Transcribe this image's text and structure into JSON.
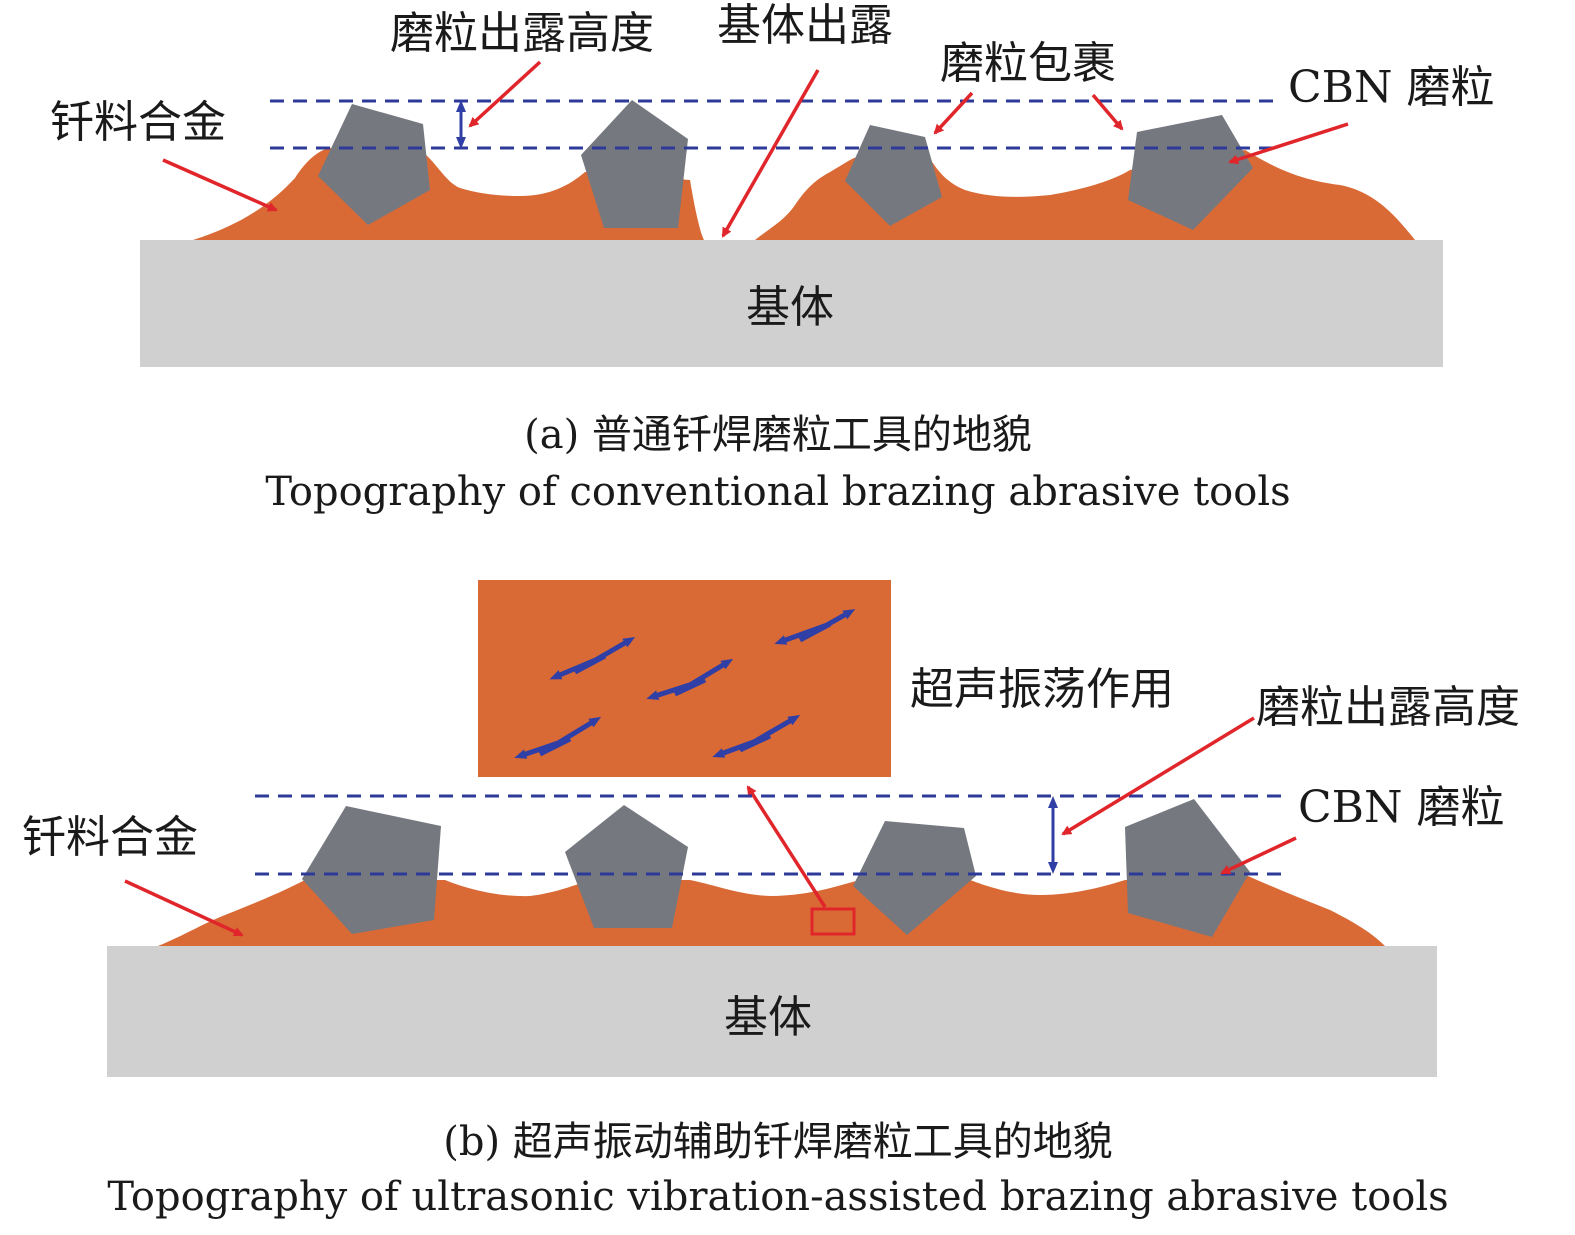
{
  "colors": {
    "alloy": "#D96A36",
    "grain": "#75787F",
    "substrate": "#D0D0D0",
    "dashed_line": "#2E3A9A",
    "pointer_arrow": "#E0262B",
    "vibration_arrow": "#2F3FA6"
  },
  "panel_a": {
    "labels": {
      "alloy": "钎料合金",
      "exposure_height": "磨粒出露高度",
      "substrate_exposed": "基体出露",
      "grain_wrapped": "磨粒包裹",
      "cbn_grain": "CBN 磨粒",
      "substrate": "基体"
    },
    "caption_zh": "(a) 普通钎焊磨粒工具的地貌",
    "caption_en": "Topography of conventional brazing abrasive tools"
  },
  "panel_b": {
    "labels": {
      "ultrasonic": "超声振荡作用",
      "exposure_height": "磨粒出露高度",
      "cbn_grain": "CBN 磨粒",
      "alloy": "钎料合金",
      "substrate": "基体"
    },
    "caption_zh": "(b) 超声振动辅助钎焊磨粒工具的地貌",
    "caption_en": "Topography of ultrasonic vibration-assisted brazing abrasive tools"
  }
}
